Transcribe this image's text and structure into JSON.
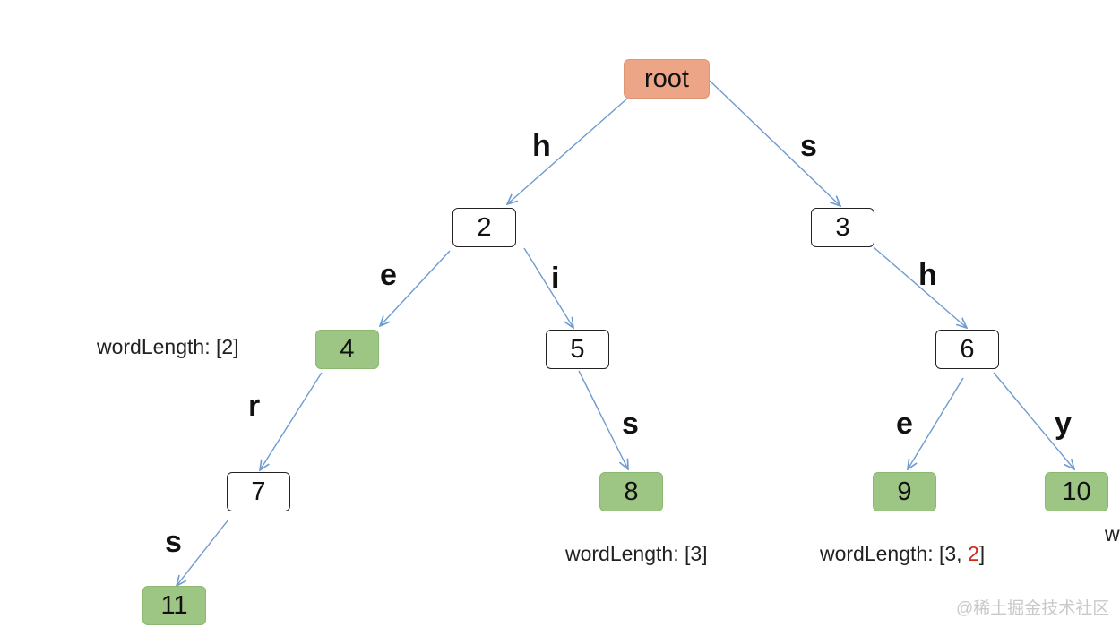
{
  "nodes": {
    "root": "root",
    "n2": "2",
    "n3": "3",
    "n4": "4",
    "n5": "5",
    "n6": "6",
    "n7": "7",
    "n8": "8",
    "n9": "9",
    "n10": "10",
    "n11": "11"
  },
  "edge_labels": {
    "root_2": "h",
    "root_3": "s",
    "n2_4": "e",
    "n2_5": "i",
    "n3_6": "h",
    "n4_7": "r",
    "n5_8": "s",
    "n6_9": "e",
    "n6_10": "y",
    "n7_11": "s"
  },
  "annotations": {
    "n4": {
      "prefix": "wordLength: [2]"
    },
    "n8": {
      "prefix": "wordLength: [3]"
    },
    "n9": {
      "prefix": "wordLength: [3, ",
      "highlight": "2",
      "suffix": "]"
    },
    "n10_cut": "w"
  },
  "watermark": "@稀土掘金技术社区",
  "colors": {
    "root_fill": "#eca687",
    "word_node_fill": "#9dc583",
    "edge": "#6e9bd0",
    "highlight": "#d4241c"
  }
}
